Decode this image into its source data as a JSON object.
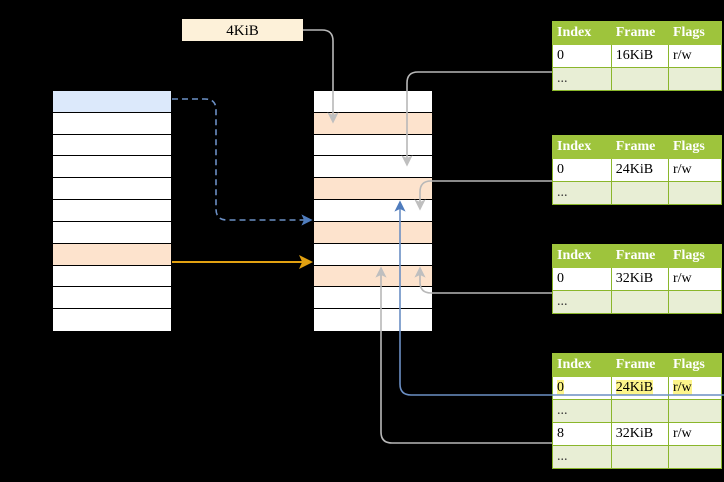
{
  "diagram": {
    "title_label": "4KiB",
    "columns": {
      "page_directory": {
        "name": "page-directory-column",
        "rows": [
          {
            "fill": "blue"
          },
          {
            "fill": "white"
          },
          {
            "fill": "white"
          },
          {
            "fill": "white"
          },
          {
            "fill": "white"
          },
          {
            "fill": "white"
          },
          {
            "fill": "white"
          },
          {
            "fill": "peach"
          },
          {
            "fill": "white"
          },
          {
            "fill": "white"
          },
          {
            "fill": "white"
          }
        ]
      },
      "page_table": {
        "name": "page-table-column",
        "rows": [
          {
            "fill": "white"
          },
          {
            "fill": "peach"
          },
          {
            "fill": "white"
          },
          {
            "fill": "white"
          },
          {
            "fill": "peach"
          },
          {
            "fill": "white"
          },
          {
            "fill": "peach"
          },
          {
            "fill": "white"
          },
          {
            "fill": "peach"
          },
          {
            "fill": "white"
          },
          {
            "fill": "white"
          }
        ]
      }
    },
    "entry_tables": [
      {
        "id": "entry-table-1",
        "headers": [
          "Index",
          "Frame",
          "Flags"
        ],
        "rows": [
          {
            "cells": [
              "0",
              "16KiB",
              "r/w"
            ],
            "style": "normal",
            "highlight": [
              false,
              false,
              false
            ]
          },
          {
            "cells": [
              "...",
              "",
              ""
            ],
            "style": "alt",
            "highlight": [
              false,
              false,
              false
            ]
          }
        ]
      },
      {
        "id": "entry-table-2",
        "headers": [
          "Index",
          "Frame",
          "Flags"
        ],
        "rows": [
          {
            "cells": [
              "0",
              "24KiB",
              "r/w"
            ],
            "style": "normal",
            "highlight": [
              false,
              false,
              false
            ]
          },
          {
            "cells": [
              "...",
              "",
              ""
            ],
            "style": "alt",
            "highlight": [
              false,
              false,
              false
            ]
          }
        ]
      },
      {
        "id": "entry-table-3",
        "headers": [
          "Index",
          "Frame",
          "Flags"
        ],
        "rows": [
          {
            "cells": [
              "0",
              "32KiB",
              "r/w"
            ],
            "style": "normal",
            "highlight": [
              false,
              false,
              false
            ]
          },
          {
            "cells": [
              "...",
              "",
              ""
            ],
            "style": "alt",
            "highlight": [
              false,
              false,
              false
            ]
          }
        ]
      },
      {
        "id": "entry-table-4",
        "headers": [
          "Index",
          "Frame",
          "Flags"
        ],
        "rows": [
          {
            "cells": [
              "0",
              "24KiB",
              "r/w"
            ],
            "style": "normal",
            "highlight": [
              true,
              true,
              true
            ]
          },
          {
            "cells": [
              "...",
              "",
              ""
            ],
            "style": "alt",
            "highlight": [
              false,
              false,
              false
            ]
          },
          {
            "cells": [
              "8",
              "32KiB",
              "r/w"
            ],
            "style": "normal",
            "highlight": [
              false,
              false,
              false
            ]
          },
          {
            "cells": [
              "...",
              "",
              ""
            ],
            "style": "alt",
            "highlight": [
              false,
              false,
              false
            ]
          }
        ]
      }
    ],
    "colors": {
      "background": "#000000",
      "header_green": "#9ec43c",
      "alt_row_green": "#e8eed5",
      "highlight_yellow": "#fdf58a",
      "peach_row": "#fde3cd",
      "blue_row": "#dce9fb",
      "label_cream": "#fdf1d9",
      "connector_gray": "#b3b3b3",
      "connector_blue": "#6b8fc4",
      "connector_orange": "#e59b00"
    },
    "connectors": [
      {
        "name": "size-label-to-page-table",
        "color": "gray",
        "style": "solid"
      },
      {
        "name": "page-directory-to-page-table",
        "color": "blue",
        "style": "dashed"
      },
      {
        "name": "page-directory-entry-to-page-table-entry",
        "color": "orange",
        "style": "solid"
      },
      {
        "name": "entry-table-1-to-page-table",
        "color": "gray",
        "style": "solid"
      },
      {
        "name": "entry-table-2-to-page-table",
        "color": "gray",
        "style": "solid"
      },
      {
        "name": "entry-table-3-to-page-table",
        "color": "gray",
        "style": "solid"
      },
      {
        "name": "entry-table-4-row0-to-page-table",
        "color": "blue",
        "style": "solid"
      },
      {
        "name": "entry-table-4-row8-to-page-table",
        "color": "gray",
        "style": "solid"
      }
    ]
  }
}
